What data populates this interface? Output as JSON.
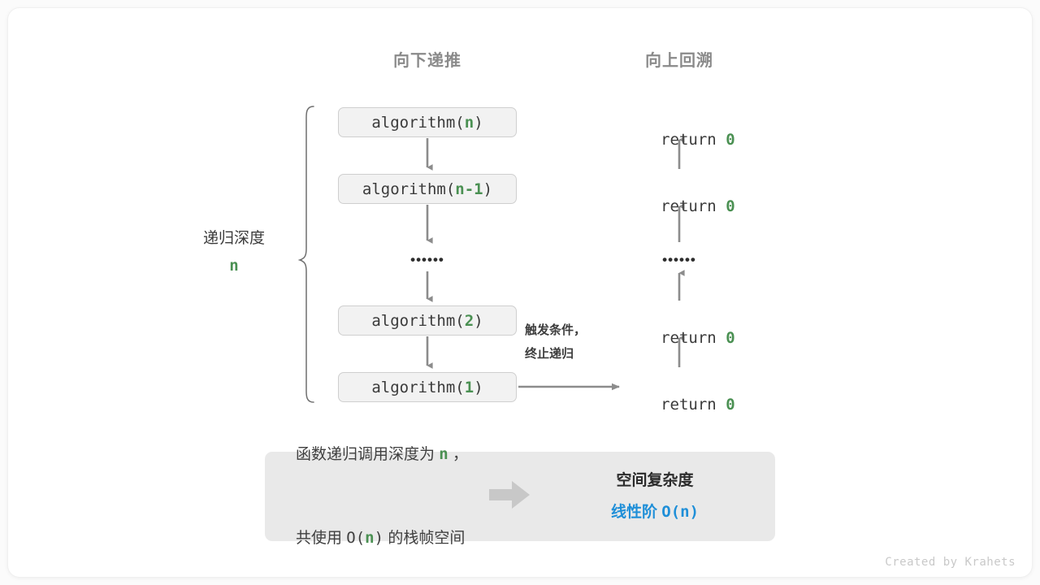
{
  "headers": {
    "down": "向下递推",
    "up": "向上回溯"
  },
  "depth": {
    "label": "递归深度",
    "value": "n"
  },
  "calls": [
    {
      "name": "algorithm(",
      "arg": "n",
      "close": ")"
    },
    {
      "name": "algorithm(",
      "arg": "n-1",
      "close": ")"
    },
    {
      "name": "algorithm(",
      "arg": "2",
      "close": ")"
    },
    {
      "name": "algorithm(",
      "arg": "1",
      "close": ")"
    }
  ],
  "returns": [
    {
      "keyword": "return ",
      "value": "0"
    },
    {
      "keyword": "return ",
      "value": "0"
    },
    {
      "keyword": "return ",
      "value": "0"
    },
    {
      "keyword": "return ",
      "value": "0"
    }
  ],
  "ellipsis": "••••••",
  "trigger": {
    "line1": "触发条件，",
    "line2": "终止递归"
  },
  "summary": {
    "left_line1_a": "函数递归调用深度为 ",
    "left_line1_n": "n",
    "left_line1_b": " ，",
    "left_line2_a": "共使用 ",
    "left_line2_o": "O(",
    "left_line2_n": "n",
    "left_line2_c": ")",
    "left_line2_b": " 的栈帧空间",
    "arrow_icon": "right-block-arrow",
    "right_title": "空间复杂度",
    "right_value_text": "线性阶 ",
    "right_value_mono": "O(n)"
  },
  "credit": "Created by Krahets",
  "colors": {
    "accent_green": "#4a9052",
    "accent_blue": "#1f8fd8",
    "box_fill": "#f2f2f2",
    "box_border": "#cfcfcf",
    "panel_fill": "#e9e9e9",
    "arrow_gray": "#8c8c8c",
    "header_gray": "#8a8a8a"
  }
}
